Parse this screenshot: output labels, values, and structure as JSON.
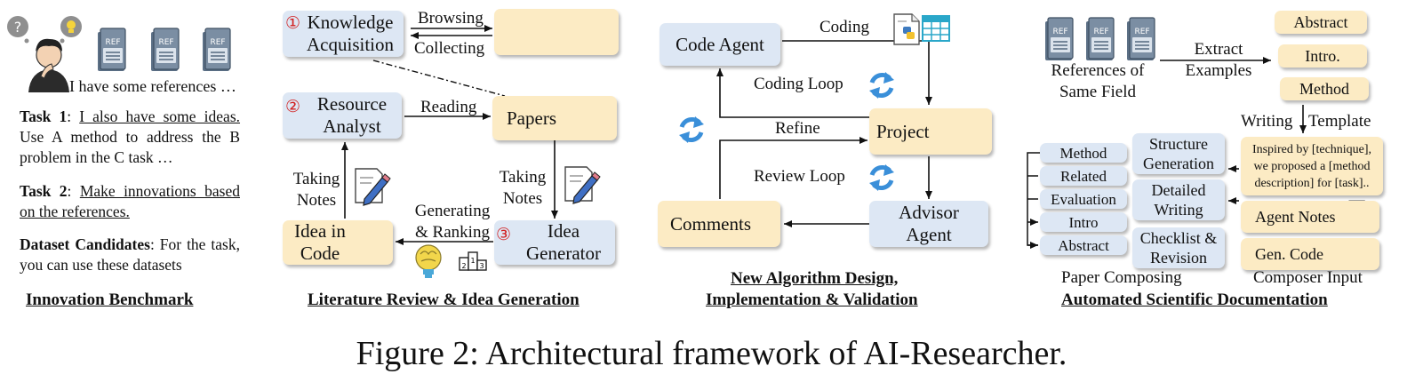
{
  "caption": "Figure 2: Architectural framework of AI-Researcher.",
  "benchmark": {
    "user_says": "I have some references …",
    "task1_label": "Task 1",
    "task1_sep": ": ",
    "task1_underlined": "I also have some ideas.",
    "task1_rest": "Use A method to address the B problem in the C task …",
    "task2_label": "Task 2",
    "task2_sep": ":  ",
    "task2_underlined": "Make innovations based on the references.",
    "dataset_label": "Dataset Candidates",
    "dataset_rest": ": For the task, you can use these datasets",
    "title": "Innovation Benchmark",
    "ref": "REF"
  },
  "literature": {
    "n1": "①",
    "knowledge_acq": "Knowledge Acquisition",
    "browsing": "Browsing",
    "collecting": "Collecting",
    "n2": "②",
    "resource_analyst": "Resource Analyst",
    "reading": "Reading",
    "papers": "Papers",
    "taking_notes_left": "Taking Notes",
    "taking_notes_right": "Taking Notes",
    "idea_in_code": "Idea in Code",
    "gen_rank": "Generating & Ranking",
    "n3": "③",
    "idea_generator": "Idea Generator",
    "title": "Literature Review & Idea Generation"
  },
  "algorithm": {
    "code_agent": "Code Agent",
    "coding": "Coding",
    "coding_loop": "Coding Loop",
    "refine": "Refine",
    "project": "Project",
    "review_loop": "Review Loop",
    "comments": "Comments",
    "advisor_agent": "Advisor Agent",
    "title_line1": "New Algorithm Design,",
    "title_line2": "Implementation & Validation"
  },
  "documentation": {
    "references": "References of Same Field",
    "extract": "Extract Examples",
    "abstract": "Abstract",
    "intro": "Intro.",
    "method": "Method",
    "writing": "Writing",
    "template": "Template",
    "sections": [
      "Method",
      "Related",
      "Evaluation",
      "Intro",
      "Abstract"
    ],
    "structure_gen": "Structure Generation",
    "detailed_writing": "Detailed Writing",
    "checklist": "Checklist & Revision",
    "inspired": "Inspired by [technique], we proposed a [method description] for [task]..",
    "agent_notes": "Agent Notes",
    "gen_code": "Gen. Code",
    "paper_composing": "Paper Composing",
    "composer_input": "Composer Input",
    "title": "Automated Scientific Documentation"
  },
  "colors": {
    "agent_box": "#dde7f4",
    "artifact_box": "#fcebc4",
    "step_number": "#d21f1f",
    "loop_icon": "#3a8fd9"
  },
  "icons": [
    "person-icon",
    "question-bubble-icon",
    "lightbulb-bubble-icon",
    "ref-book-icon",
    "x-icon",
    "github-icon",
    "chrome-icon",
    "paper-icon",
    "pencil-note-icon",
    "python-file-icon",
    "brain-bulb-icon",
    "ranking-podium-icon",
    "spreadsheet-icon",
    "folder-icon",
    "hierarchy-icon",
    "refresh-loop-icon"
  ]
}
